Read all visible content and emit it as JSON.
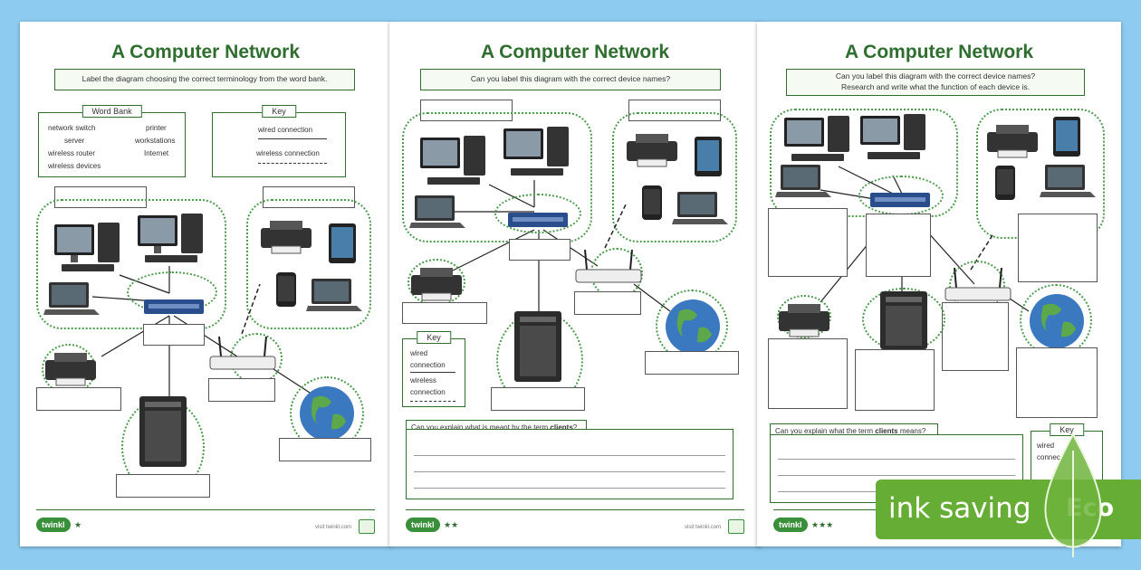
{
  "sheet1": {
    "title": "A Computer Network",
    "instruction": "Label the diagram choosing the correct terminology from the word bank.",
    "word_bank_title": "Word Bank",
    "word_bank": [
      "network switch",
      "printer",
      "server",
      "workstations",
      "wireless router",
      "Internet",
      "wireless devices"
    ],
    "key_title": "Key",
    "key_wired": "wired connection",
    "key_wireless": "wireless connection",
    "stars": "★",
    "visit": "visit twinkl.com"
  },
  "sheet2": {
    "title": "A Computer Network",
    "instruction": "Can you label this diagram with the correct device names?",
    "key_title": "Key",
    "key_wired_1": "wired",
    "key_wired_2": "connection",
    "key_wireless_1": "wireless",
    "key_wireless_2": "connection",
    "question_pre": "Can you explain what is meant by the term ",
    "question_term": "clients",
    "question_post": "?",
    "stars": "★★",
    "visit": "visit twinkl.com"
  },
  "sheet3": {
    "title": "A Computer Network",
    "instruction_1": "Can you label this diagram with the correct device names?",
    "instruction_2": "Research and write what the function of each device is.",
    "question_pre": "Can you explain what the term ",
    "question_term": "clients",
    "question_post": " means?",
    "key_title": "Key",
    "key_wired": "wired",
    "key_conn": "connec",
    "stars": "★★★"
  },
  "logo_text": "twinkl",
  "eco": {
    "label": "ink saving",
    "word": "Eco"
  },
  "colors": {
    "accent": "#2f6e2f",
    "background": "#8ecbf0",
    "eco": "#66ad35"
  }
}
